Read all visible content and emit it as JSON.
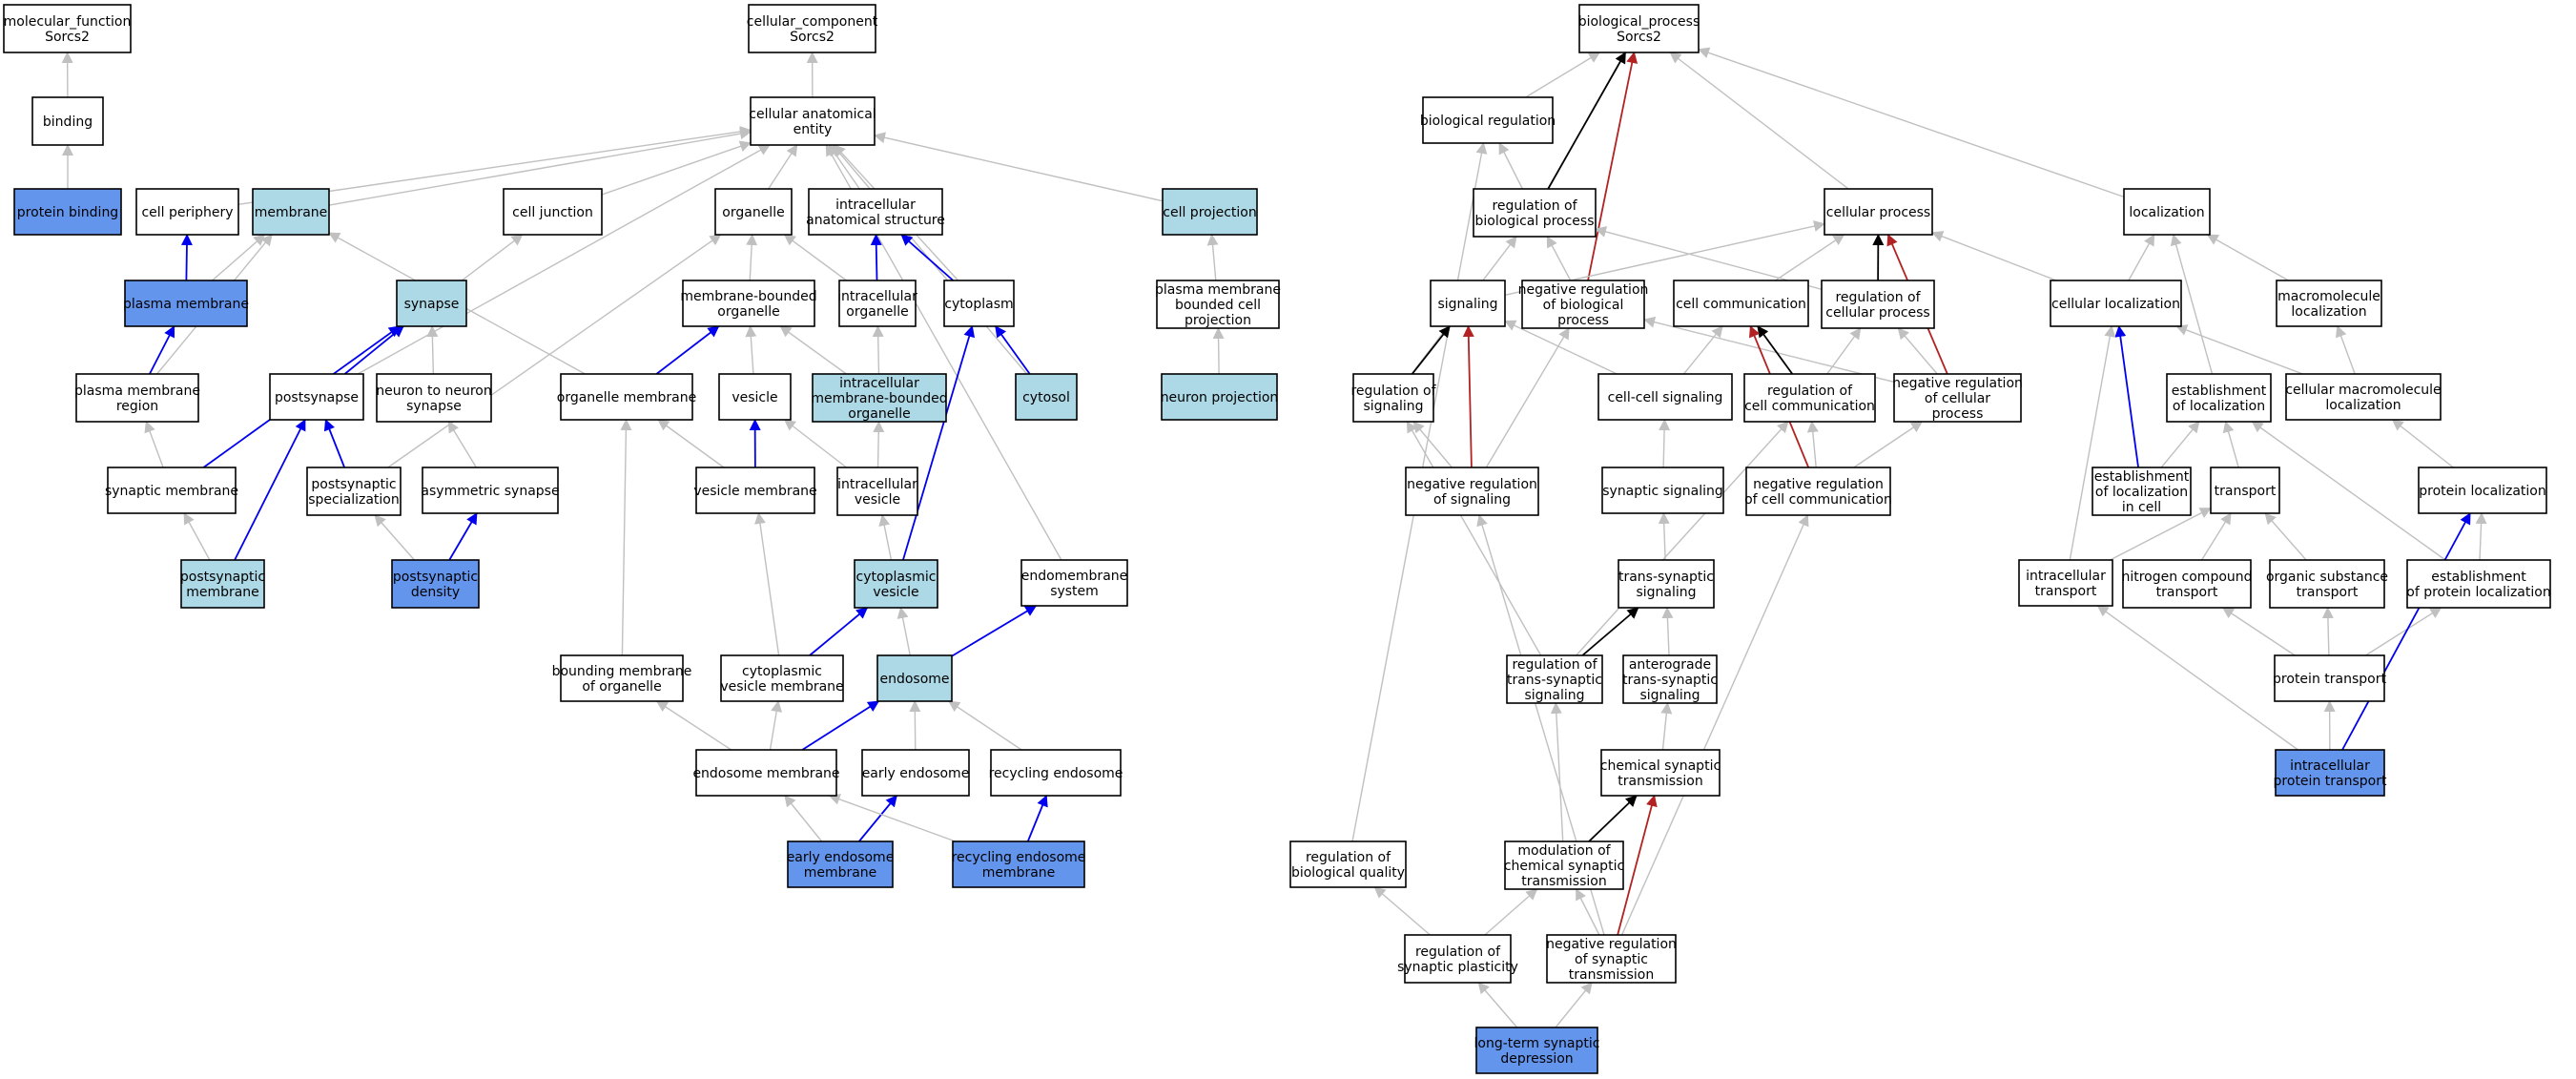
{
  "colors": {
    "plain": "#ffffff",
    "light": "#add8e6",
    "dark": "#6495ed",
    "edge_gray": "#c0c0c0",
    "edge_blue": "#0000ee",
    "edge_black": "#000000",
    "edge_red": "#b22222"
  },
  "nodes": [
    {
      "id": "mf_root",
      "lines": [
        "molecular_function",
        "Sorcs2"
      ],
      "fill": "plain"
    },
    {
      "id": "binding",
      "lines": [
        "binding"
      ],
      "fill": "plain"
    },
    {
      "id": "protein_binding",
      "lines": [
        "protein binding"
      ],
      "fill": "dark"
    },
    {
      "id": "cc_root",
      "lines": [
        "cellular_component",
        "Sorcs2"
      ],
      "fill": "plain"
    },
    {
      "id": "cae",
      "lines": [
        "cellular anatomical",
        "entity"
      ],
      "fill": "plain"
    },
    {
      "id": "cell_periphery",
      "lines": [
        "cell periphery"
      ],
      "fill": "plain"
    },
    {
      "id": "membrane",
      "lines": [
        "membrane"
      ],
      "fill": "light"
    },
    {
      "id": "cell_junction",
      "lines": [
        "cell junction"
      ],
      "fill": "plain"
    },
    {
      "id": "organelle",
      "lines": [
        "organelle"
      ],
      "fill": "plain"
    },
    {
      "id": "ias",
      "lines": [
        "intracellular",
        "anatomical structure"
      ],
      "fill": "plain"
    },
    {
      "id": "cell_projection",
      "lines": [
        "cell projection"
      ],
      "fill": "light"
    },
    {
      "id": "plasma_membrane",
      "lines": [
        "plasma membrane"
      ],
      "fill": "dark"
    },
    {
      "id": "synapse",
      "lines": [
        "synapse"
      ],
      "fill": "light"
    },
    {
      "id": "mbo",
      "lines": [
        "membrane-bounded",
        "organelle"
      ],
      "fill": "plain"
    },
    {
      "id": "intra_org",
      "lines": [
        "intracellular",
        "organelle"
      ],
      "fill": "plain"
    },
    {
      "id": "cytoplasm",
      "lines": [
        "cytoplasm"
      ],
      "fill": "plain"
    },
    {
      "id": "pmbcp",
      "lines": [
        "plasma membrane",
        "bounded cell",
        "projection"
      ],
      "fill": "plain"
    },
    {
      "id": "pm_region",
      "lines": [
        "plasma membrane",
        "region"
      ],
      "fill": "plain"
    },
    {
      "id": "postsynapse",
      "lines": [
        "postsynapse"
      ],
      "fill": "plain"
    },
    {
      "id": "n2n",
      "lines": [
        "neuron to neuron",
        "synapse"
      ],
      "fill": "plain"
    },
    {
      "id": "org_membrane",
      "lines": [
        "organelle membrane"
      ],
      "fill": "plain"
    },
    {
      "id": "vesicle",
      "lines": [
        "vesicle"
      ],
      "fill": "plain"
    },
    {
      "id": "imbo",
      "lines": [
        "intracellular",
        "membrane-bounded",
        "organelle"
      ],
      "fill": "light"
    },
    {
      "id": "cytosol",
      "lines": [
        "cytosol"
      ],
      "fill": "light"
    },
    {
      "id": "neuron_projection",
      "lines": [
        "neuron projection"
      ],
      "fill": "light"
    },
    {
      "id": "syn_membrane",
      "lines": [
        "synaptic membrane"
      ],
      "fill": "plain"
    },
    {
      "id": "ps_spec",
      "lines": [
        "postsynaptic",
        "specialization"
      ],
      "fill": "plain"
    },
    {
      "id": "asym",
      "lines": [
        "asymmetric synapse"
      ],
      "fill": "plain"
    },
    {
      "id": "ves_membrane",
      "lines": [
        "vesicle membrane"
      ],
      "fill": "plain"
    },
    {
      "id": "intra_vesicle",
      "lines": [
        "intracellular",
        "vesicle"
      ],
      "fill": "plain"
    },
    {
      "id": "ps_membrane",
      "lines": [
        "postsynaptic",
        "membrane"
      ],
      "fill": "light"
    },
    {
      "id": "psd",
      "lines": [
        "postsynaptic",
        "density"
      ],
      "fill": "dark"
    },
    {
      "id": "cyto_vesicle",
      "lines": [
        "cytoplasmic",
        "vesicle"
      ],
      "fill": "light"
    },
    {
      "id": "endomembrane",
      "lines": [
        "endomembrane",
        "system"
      ],
      "fill": "plain"
    },
    {
      "id": "bmo",
      "lines": [
        "bounding membrane",
        "of organelle"
      ],
      "fill": "plain"
    },
    {
      "id": "cvm",
      "lines": [
        "cytoplasmic",
        "vesicle membrane"
      ],
      "fill": "plain"
    },
    {
      "id": "endosome",
      "lines": [
        "endosome"
      ],
      "fill": "light"
    },
    {
      "id": "endo_membrane",
      "lines": [
        "endosome membrane"
      ],
      "fill": "plain"
    },
    {
      "id": "early_endo",
      "lines": [
        "early endosome"
      ],
      "fill": "plain"
    },
    {
      "id": "recyc_endo",
      "lines": [
        "recycling endosome"
      ],
      "fill": "plain"
    },
    {
      "id": "eem",
      "lines": [
        "early endosome",
        "membrane"
      ],
      "fill": "dark"
    },
    {
      "id": "rem",
      "lines": [
        "recycling endosome",
        "membrane"
      ],
      "fill": "dark"
    },
    {
      "id": "bp_root",
      "lines": [
        "biological_process",
        "Sorcs2"
      ],
      "fill": "plain"
    },
    {
      "id": "bio_reg",
      "lines": [
        "biological regulation"
      ],
      "fill": "plain"
    },
    {
      "id": "cell_process",
      "lines": [
        "cellular process"
      ],
      "fill": "plain"
    },
    {
      "id": "localization",
      "lines": [
        "localization"
      ],
      "fill": "plain"
    },
    {
      "id": "rbp",
      "lines": [
        "regulation of",
        "biological process"
      ],
      "fill": "plain"
    },
    {
      "id": "signaling",
      "lines": [
        "signaling"
      ],
      "fill": "plain"
    },
    {
      "id": "nrbp",
      "lines": [
        "negative regulation",
        "of biological",
        "process"
      ],
      "fill": "plain"
    },
    {
      "id": "cell_comm",
      "lines": [
        "cell communication"
      ],
      "fill": "plain"
    },
    {
      "id": "rcp",
      "lines": [
        "regulation of",
        "cellular process"
      ],
      "fill": "plain"
    },
    {
      "id": "cell_loc",
      "lines": [
        "cellular localization"
      ],
      "fill": "plain"
    },
    {
      "id": "macro_loc",
      "lines": [
        "macromolecule",
        "localization"
      ],
      "fill": "plain"
    },
    {
      "id": "reg_sig",
      "lines": [
        "regulation of",
        "signaling"
      ],
      "fill": "plain"
    },
    {
      "id": "ccs",
      "lines": [
        "cell-cell signaling"
      ],
      "fill": "plain"
    },
    {
      "id": "rcc",
      "lines": [
        "regulation of",
        "cell communication"
      ],
      "fill": "plain"
    },
    {
      "id": "nrcp",
      "lines": [
        "negative regulation",
        "of cellular",
        "process"
      ],
      "fill": "plain"
    },
    {
      "id": "est_loc",
      "lines": [
        "establishment",
        "of localization"
      ],
      "fill": "plain"
    },
    {
      "id": "cml",
      "lines": [
        "cellular macromolecule",
        "localization"
      ],
      "fill": "plain"
    },
    {
      "id": "nrs",
      "lines": [
        "negative regulation",
        "of signaling"
      ],
      "fill": "plain"
    },
    {
      "id": "syn_sig",
      "lines": [
        "synaptic signaling"
      ],
      "fill": "plain"
    },
    {
      "id": "nrcc",
      "lines": [
        "negative regulation",
        "of cell communication"
      ],
      "fill": "plain"
    },
    {
      "id": "elic",
      "lines": [
        "establishment",
        "of localization",
        "in cell"
      ],
      "fill": "plain"
    },
    {
      "id": "transport",
      "lines": [
        "transport"
      ],
      "fill": "plain"
    },
    {
      "id": "prot_loc",
      "lines": [
        "protein localization"
      ],
      "fill": "plain"
    },
    {
      "id": "tss",
      "lines": [
        "trans-synaptic",
        "signaling"
      ],
      "fill": "plain"
    },
    {
      "id": "intra_transport",
      "lines": [
        "intracellular",
        "transport"
      ],
      "fill": "plain"
    },
    {
      "id": "nct",
      "lines": [
        "nitrogen compound",
        "transport"
      ],
      "fill": "plain"
    },
    {
      "id": "ost",
      "lines": [
        "organic substance",
        "transport"
      ],
      "fill": "plain"
    },
    {
      "id": "epl",
      "lines": [
        "establishment",
        "of protein localization"
      ],
      "fill": "plain"
    },
    {
      "id": "rtss",
      "lines": [
        "regulation of",
        "trans-synaptic",
        "signaling"
      ],
      "fill": "plain"
    },
    {
      "id": "atss",
      "lines": [
        "anterograde",
        "trans-synaptic",
        "signaling"
      ],
      "fill": "plain"
    },
    {
      "id": "prot_transport",
      "lines": [
        "protein transport"
      ],
      "fill": "plain"
    },
    {
      "id": "cst",
      "lines": [
        "chemical synaptic",
        "transmission"
      ],
      "fill": "plain"
    },
    {
      "id": "ipt",
      "lines": [
        "intracellular",
        "protein transport"
      ],
      "fill": "dark"
    },
    {
      "id": "rbq",
      "lines": [
        "regulation of",
        "biological quality"
      ],
      "fill": "plain"
    },
    {
      "id": "mcst",
      "lines": [
        "modulation of",
        "chemical synaptic",
        "transmission"
      ],
      "fill": "plain"
    },
    {
      "id": "rsp",
      "lines": [
        "regulation of",
        "synaptic plasticity"
      ],
      "fill": "plain"
    },
    {
      "id": "nrst",
      "lines": [
        "negative regulation",
        "of synaptic",
        "transmission"
      ],
      "fill": "plain"
    },
    {
      "id": "ltd",
      "lines": [
        "long-term synaptic",
        "depression"
      ],
      "fill": "dark"
    }
  ],
  "edges": [
    [
      "binding",
      "mf_root",
      "gray"
    ],
    [
      "protein_binding",
      "binding",
      "gray"
    ],
    [
      "cae",
      "cc_root",
      "gray"
    ],
    [
      "cell_periphery",
      "cae",
      "gray"
    ],
    [
      "membrane",
      "cae",
      "gray"
    ],
    [
      "cell_junction",
      "cae",
      "gray"
    ],
    [
      "organelle",
      "cae",
      "gray"
    ],
    [
      "ias",
      "cae",
      "gray"
    ],
    [
      "cell_projection",
      "cae",
      "gray"
    ],
    [
      "cytoplasm",
      "cae",
      "gray"
    ],
    [
      "cytosol",
      "cae",
      "gray"
    ],
    [
      "endomembrane",
      "cae",
      "gray"
    ],
    [
      "postsynapse",
      "cae",
      "gray"
    ],
    [
      "plasma_membrane",
      "cell_periphery",
      "blue"
    ],
    [
      "plasma_membrane",
      "membrane",
      "gray"
    ],
    [
      "pm_region",
      "membrane",
      "gray"
    ],
    [
      "org_membrane",
      "membrane",
      "gray"
    ],
    [
      "synapse",
      "cell_junction",
      "gray"
    ],
    [
      "mbo",
      "organelle",
      "gray"
    ],
    [
      "intra_org",
      "organelle",
      "gray"
    ],
    [
      "intra_org",
      "ias",
      "blue"
    ],
    [
      "cytoplasm",
      "ias",
      "blue"
    ],
    [
      "cytosol",
      "cytoplasm",
      "blue"
    ],
    [
      "pmbcp",
      "cell_projection",
      "gray"
    ],
    [
      "neuron_projection",
      "pmbcp",
      "gray"
    ],
    [
      "pm_region",
      "plasma_membrane",
      "blue"
    ],
    [
      "postsynapse",
      "synapse",
      "blue"
    ],
    [
      "n2n",
      "synapse",
      "gray"
    ],
    [
      "syn_membrane",
      "synapse",
      "blue"
    ],
    [
      "org_membrane",
      "mbo",
      "blue"
    ],
    [
      "vesicle",
      "mbo",
      "gray"
    ],
    [
      "imbo",
      "mbo",
      "gray"
    ],
    [
      "imbo",
      "intra_org",
      "gray"
    ],
    [
      "syn_membrane",
      "pm_region",
      "gray"
    ],
    [
      "ps_membrane",
      "syn_membrane",
      "gray"
    ],
    [
      "ps_membrane",
      "postsynapse",
      "blue"
    ],
    [
      "ps_spec",
      "postsynapse",
      "blue"
    ],
    [
      "ps_spec",
      "organelle",
      "gray"
    ],
    [
      "asym",
      "n2n",
      "gray"
    ],
    [
      "psd",
      "ps_spec",
      "gray"
    ],
    [
      "psd",
      "asym",
      "blue"
    ],
    [
      "ves_membrane",
      "vesicle",
      "blue"
    ],
    [
      "ves_membrane",
      "org_membrane",
      "gray"
    ],
    [
      "intra_vesicle",
      "vesicle",
      "gray"
    ],
    [
      "intra_vesicle",
      "imbo",
      "gray"
    ],
    [
      "cyto_vesicle",
      "intra_vesicle",
      "gray"
    ],
    [
      "cyto_vesicle",
      "cytoplasm",
      "blue"
    ],
    [
      "bmo",
      "org_membrane",
      "gray"
    ],
    [
      "cvm",
      "ves_membrane",
      "gray"
    ],
    [
      "cvm",
      "cyto_vesicle",
      "blue"
    ],
    [
      "endosome",
      "cyto_vesicle",
      "gray"
    ],
    [
      "endosome",
      "endomembrane",
      "blue"
    ],
    [
      "endo_membrane",
      "bmo",
      "gray"
    ],
    [
      "endo_membrane",
      "cvm",
      "gray"
    ],
    [
      "endo_membrane",
      "endosome",
      "blue"
    ],
    [
      "early_endo",
      "endosome",
      "gray"
    ],
    [
      "recyc_endo",
      "endosome",
      "gray"
    ],
    [
      "eem",
      "endo_membrane",
      "gray"
    ],
    [
      "eem",
      "early_endo",
      "blue"
    ],
    [
      "rem",
      "endo_membrane",
      "gray"
    ],
    [
      "rem",
      "recyc_endo",
      "blue"
    ],
    [
      "bio_reg",
      "bp_root",
      "gray"
    ],
    [
      "rbp",
      "bp_root",
      "black"
    ],
    [
      "nrbp",
      "bp_root",
      "red"
    ],
    [
      "cell_process",
      "bp_root",
      "gray"
    ],
    [
      "localization",
      "bp_root",
      "gray"
    ],
    [
      "rbp",
      "bio_reg",
      "gray"
    ],
    [
      "rbq",
      "bio_reg",
      "gray"
    ],
    [
      "nrbp",
      "rbp",
      "gray"
    ],
    [
      "reg_sig",
      "rbp",
      "gray"
    ],
    [
      "rcp",
      "rbp",
      "gray"
    ],
    [
      "signaling",
      "cell_process",
      "gray"
    ],
    [
      "cell_comm",
      "cell_process",
      "gray"
    ],
    [
      "rcp",
      "cell_process",
      "black"
    ],
    [
      "cell_loc",
      "cell_process",
      "gray"
    ],
    [
      "nrcp",
      "cell_process",
      "red"
    ],
    [
      "cell_loc",
      "localization",
      "gray"
    ],
    [
      "macro_loc",
      "localization",
      "gray"
    ],
    [
      "est_loc",
      "localization",
      "gray"
    ],
    [
      "reg_sig",
      "signaling",
      "black"
    ],
    [
      "nrs",
      "signaling",
      "red"
    ],
    [
      "ccs",
      "signaling",
      "gray"
    ],
    [
      "nrcp",
      "nrbp",
      "gray"
    ],
    [
      "nrs",
      "nrbp",
      "gray"
    ],
    [
      "ccs",
      "cell_comm",
      "gray"
    ],
    [
      "rcc",
      "cell_comm",
      "black"
    ],
    [
      "nrcc",
      "cell_comm",
      "red"
    ],
    [
      "rcc",
      "rcp",
      "gray"
    ],
    [
      "nrcp",
      "rcp",
      "gray"
    ],
    [
      "elic",
      "cell_loc",
      "blue"
    ],
    [
      "cml",
      "cell_loc",
      "gray"
    ],
    [
      "cml",
      "macro_loc",
      "gray"
    ],
    [
      "nrs",
      "reg_sig",
      "gray"
    ],
    [
      "syn_sig",
      "ccs",
      "gray"
    ],
    [
      "nrcc",
      "rcc",
      "gray"
    ],
    [
      "nrcc",
      "nrcp",
      "gray"
    ],
    [
      "rtss",
      "rcc",
      "gray"
    ],
    [
      "elic",
      "est_loc",
      "gray"
    ],
    [
      "transport",
      "est_loc",
      "gray"
    ],
    [
      "epl",
      "est_loc",
      "gray"
    ],
    [
      "prot_loc",
      "cml",
      "gray"
    ],
    [
      "tss",
      "syn_sig",
      "gray"
    ],
    [
      "intra_transport",
      "cell_loc",
      "gray"
    ],
    [
      "intra_transport",
      "transport",
      "gray"
    ],
    [
      "nct",
      "transport",
      "gray"
    ],
    [
      "ost",
      "transport",
      "gray"
    ],
    [
      "epl",
      "prot_loc",
      "gray"
    ],
    [
      "rtss",
      "tss",
      "black"
    ],
    [
      "rtss",
      "reg_sig",
      "gray"
    ],
    [
      "atss",
      "tss",
      "gray"
    ],
    [
      "prot_transport",
      "nct",
      "gray"
    ],
    [
      "prot_transport",
      "ost",
      "gray"
    ],
    [
      "prot_transport",
      "epl",
      "gray"
    ],
    [
      "ipt",
      "intra_transport",
      "gray"
    ],
    [
      "ipt",
      "prot_transport",
      "gray"
    ],
    [
      "ipt",
      "prot_loc",
      "blue"
    ],
    [
      "cst",
      "atss",
      "gray"
    ],
    [
      "mcst",
      "cst",
      "black"
    ],
    [
      "mcst",
      "rtss",
      "gray"
    ],
    [
      "nrst",
      "cst",
      "red"
    ],
    [
      "nrst",
      "mcst",
      "gray"
    ],
    [
      "nrst",
      "nrs",
      "gray"
    ],
    [
      "nrst",
      "nrcc",
      "gray"
    ],
    [
      "rsp",
      "rbq",
      "gray"
    ],
    [
      "rsp",
      "mcst",
      "gray"
    ],
    [
      "ltd",
      "rsp",
      "gray"
    ],
    [
      "ltd",
      "nrst",
      "gray"
    ]
  ]
}
